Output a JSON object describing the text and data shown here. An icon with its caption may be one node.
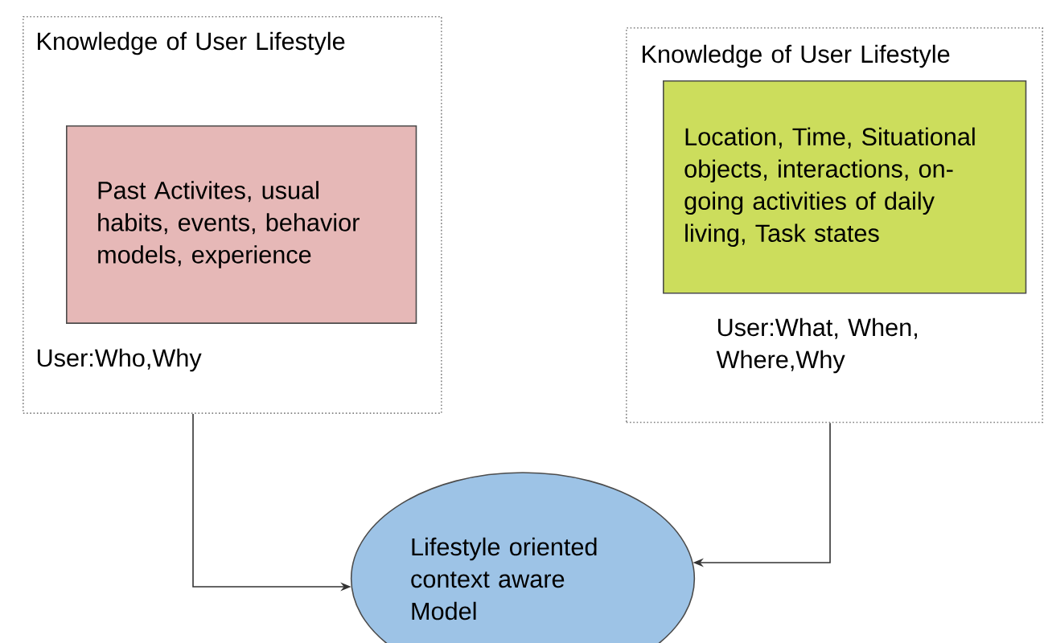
{
  "diagram": {
    "nodes": [
      {
        "text": [
          "Knowledge of User Lifestyle",
          "User:Who,Why"
        ]
      },
      {
        "text": [
          "Past Activites, usual habits, events, behavior models, experience"
        ],
        "in": 0
      },
      {
        "text": [
          "Knowledge of User Lifestyle",
          "User:What, When, Where,Why"
        ]
      },
      {
        "text": [
          "Location, Time, Situational objects, interactions, on-going activities of daily living, Task states"
        ],
        "in": 2
      },
      {
        "text": [
          "Lifestyle oriented context aware Model"
        ]
      }
    ],
    "edges": [
      {
        "from": 0,
        "to": 4,
        "arrow": "to"
      },
      {
        "from": 2,
        "to": 4,
        "arrow": "to"
      }
    ]
  }
}
